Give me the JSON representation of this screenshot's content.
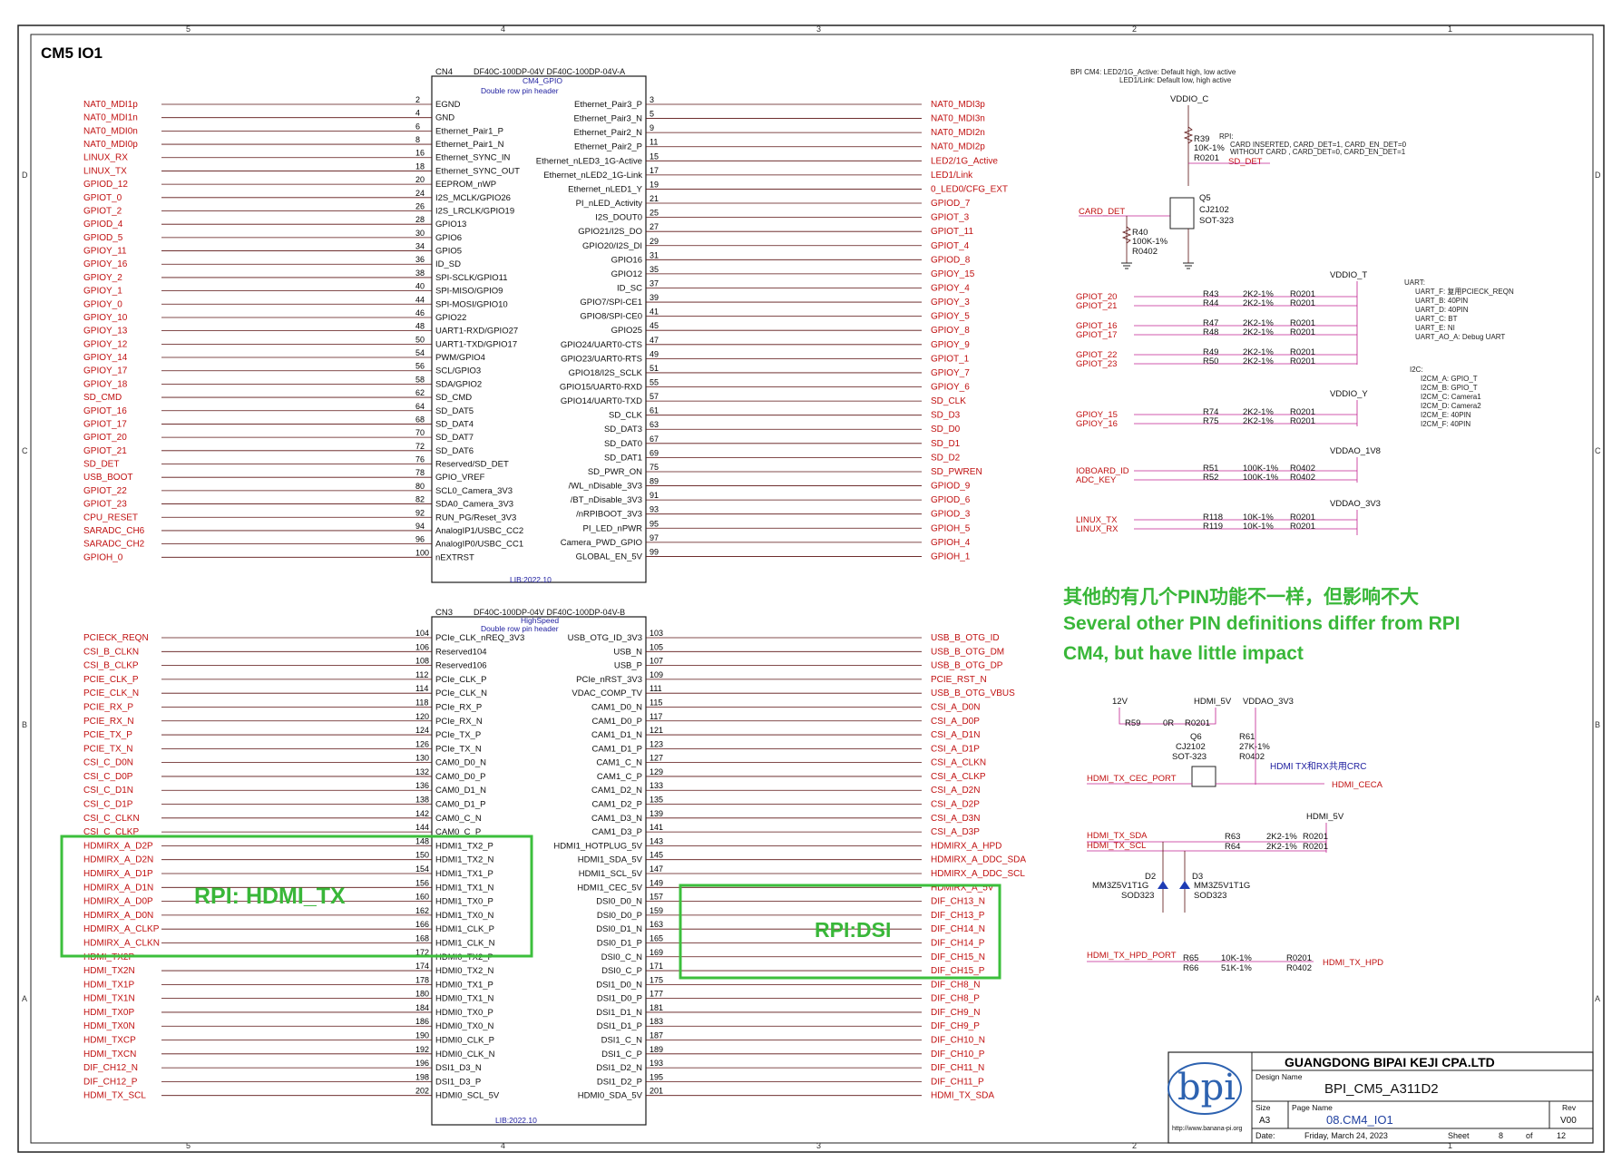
{
  "sheet_title": "CM5 IO1",
  "grid": {
    "cols": [
      "5",
      "4",
      "3",
      "2",
      "1"
    ],
    "rows": [
      "D",
      "C",
      "B",
      "A"
    ]
  },
  "cn4": {
    "ref": "CN4",
    "part": "DF40C-100DP-04V  DF40C-100DP-04V-A",
    "sub": "CM4_GPIO",
    "desc": "Double row pin header",
    "lib": "LIB:2022.10",
    "left_sigs": [
      {
        "sig": "NAT0_MDI1p",
        "pin": "2",
        "fn": "EGND"
      },
      {
        "sig": "NAT0_MDI1n",
        "pin": "4",
        "fn": "GND"
      },
      {
        "sig": "NAT0_MDI0n",
        "pin": "6",
        "fn": "Ethernet_Pair1_P"
      },
      {
        "sig": "NAT0_MDI0p",
        "pin": "8",
        "fn": "Ethernet_Pair1_N"
      },
      {
        "sig": "LINUX_RX",
        "pin": "16",
        "fn": "Ethernet_SYNC_IN"
      },
      {
        "sig": "LINUX_TX",
        "pin": "18",
        "fn": "Ethernet_SYNC_OUT"
      },
      {
        "sig": "GPIOD_12",
        "pin": "20",
        "fn": "EEPROM_nWP"
      },
      {
        "sig": "GPIOT_0",
        "pin": "24",
        "fn": "I2S_MCLK/GPIO26"
      },
      {
        "sig": "GPIOT_2",
        "pin": "26",
        "fn": "I2S_LRCLK/GPIO19"
      },
      {
        "sig": "GPIOD_4",
        "pin": "28",
        "fn": "GPIO13"
      },
      {
        "sig": "GPIOD_5",
        "pin": "30",
        "fn": "GPIO6"
      },
      {
        "sig": "GPIOY_11",
        "pin": "34",
        "fn": "GPIO5"
      },
      {
        "sig": "GPIOY_16",
        "pin": "36",
        "fn": "ID_SD"
      },
      {
        "sig": "GPIOY_2",
        "pin": "38",
        "fn": "SPI-SCLK/GPIO11"
      },
      {
        "sig": "GPIOY_1",
        "pin": "40",
        "fn": "SPI-MISO/GPIO9"
      },
      {
        "sig": "GPIOY_0",
        "pin": "44",
        "fn": "SPI-MOSI/GPIO10"
      },
      {
        "sig": "GPIOY_10",
        "pin": "46",
        "fn": "GPIO22"
      },
      {
        "sig": "GPIOY_13",
        "pin": "48",
        "fn": "UART1-RXD/GPIO27"
      },
      {
        "sig": "GPIOY_12",
        "pin": "50",
        "fn": "UART1-TXD/GPIO17"
      },
      {
        "sig": "GPIOY_14",
        "pin": "54",
        "fn": "PWM/GPIO4"
      },
      {
        "sig": "GPIOY_17",
        "pin": "56",
        "fn": "SCL/GPIO3"
      },
      {
        "sig": "GPIOY_18",
        "pin": "58",
        "fn": "SDA/GPIO2"
      },
      {
        "sig": "SD_CMD",
        "pin": "62",
        "fn": "SD_CMD"
      },
      {
        "sig": "GPIOT_16",
        "pin": "64",
        "fn": "SD_DAT5"
      },
      {
        "sig": "GPIOT_17",
        "pin": "68",
        "fn": "SD_DAT4"
      },
      {
        "sig": "GPIOT_20",
        "pin": "70",
        "fn": "SD_DAT7"
      },
      {
        "sig": "GPIOT_21",
        "pin": "72",
        "fn": "SD_DAT6"
      },
      {
        "sig": "SD_DET",
        "pin": "76",
        "fn": "Reserved/SD_DET"
      },
      {
        "sig": "USB_BOOT",
        "pin": "78",
        "fn": "GPIO_VREF"
      },
      {
        "sig": "GPIOT_22",
        "pin": "80",
        "fn": "SCL0_Camera_3V3"
      },
      {
        "sig": "GPIOT_23",
        "pin": "82",
        "fn": "SDA0_Camera_3V3"
      },
      {
        "sig": "CPU_RESET",
        "pin": "92",
        "fn": "RUN_PG/Reset_3V3"
      },
      {
        "sig": "SARADC_CH6",
        "pin": "94",
        "fn": "AnalogIP1/USBC_CC2"
      },
      {
        "sig": "SARADC_CH2",
        "pin": "96",
        "fn": "AnalogIP0/USBC_CC1"
      },
      {
        "sig": "GPIOH_0",
        "pin": "100",
        "fn": "nEXTRST"
      }
    ],
    "right_sigs": [
      {
        "sig": "NAT0_MDI3p",
        "pin": "3",
        "fn": "Ethernet_Pair3_P"
      },
      {
        "sig": "NAT0_MDI3n",
        "pin": "5",
        "fn": "Ethernet_Pair3_N"
      },
      {
        "sig": "NAT0_MDI2n",
        "pin": "9",
        "fn": "Ethernet_Pair2_N"
      },
      {
        "sig": "NAT0_MDI2p",
        "pin": "11",
        "fn": "Ethernet_Pair2_P"
      },
      {
        "sig": "LED2/1G_Active",
        "pin": "15",
        "fn": "Ethernet_nLED3_1G-Active"
      },
      {
        "sig": "LED1/Link",
        "pin": "17",
        "fn": "Ethernet_nLED2_1G-Link"
      },
      {
        "sig": "0_LED0/CFG_EXT",
        "pin": "19",
        "fn": "Ethernet_nLED1_Y"
      },
      {
        "sig": "GPIOD_7",
        "pin": "21",
        "fn": "PI_nLED_Activity"
      },
      {
        "sig": "GPIOT_3",
        "pin": "25",
        "fn": "I2S_DOUT0"
      },
      {
        "sig": "GPIOT_11",
        "pin": "27",
        "fn": "GPIO21/I2S_DO"
      },
      {
        "sig": "GPIOT_4",
        "pin": "29",
        "fn": "GPIO20/I2S_DI"
      },
      {
        "sig": "GPIOD_8",
        "pin": "31",
        "fn": "GPIO16"
      },
      {
        "sig": "GPIOY_15",
        "pin": "35",
        "fn": "GPIO12"
      },
      {
        "sig": "GPIOY_4",
        "pin": "37",
        "fn": "ID_SC"
      },
      {
        "sig": "GPIOY_3",
        "pin": "39",
        "fn": "GPIO7/SPI-CE1"
      },
      {
        "sig": "GPIOY_5",
        "pin": "41",
        "fn": "GPIO8/SPI-CE0"
      },
      {
        "sig": "GPIOY_8",
        "pin": "45",
        "fn": "GPIO25"
      },
      {
        "sig": "GPIOY_9",
        "pin": "47",
        "fn": "GPIO24/UART0-CTS"
      },
      {
        "sig": "GPIOT_1",
        "pin": "49",
        "fn": "GPIO23/UART0-RTS"
      },
      {
        "sig": "GPIOY_7",
        "pin": "51",
        "fn": "GPIO18/I2S_SCLK"
      },
      {
        "sig": "GPIOY_6",
        "pin": "55",
        "fn": "GPIO15/UART0-RXD"
      },
      {
        "sig": "SD_CLK",
        "pin": "57",
        "fn": "GPIO14/UART0-TXD"
      },
      {
        "sig": "SD_D3",
        "pin": "61",
        "fn": "SD_CLK"
      },
      {
        "sig": "SD_D0",
        "pin": "63",
        "fn": "SD_DAT3"
      },
      {
        "sig": "SD_D1",
        "pin": "67",
        "fn": "SD_DAT0"
      },
      {
        "sig": "SD_D2",
        "pin": "69",
        "fn": "SD_DAT1"
      },
      {
        "sig": "SD_PWREN",
        "pin": "75",
        "fn": "SD_PWR_ON"
      },
      {
        "sig": "GPIOD_9",
        "pin": "89",
        "fn": "/WL_nDisable_3V3"
      },
      {
        "sig": "GPIOD_6",
        "pin": "91",
        "fn": "/BT_nDisable_3V3"
      },
      {
        "sig": "GPIOD_3",
        "pin": "93",
        "fn": "/nRPIBOOT_3V3"
      },
      {
        "sig": "GPIOH_5",
        "pin": "95",
        "fn": "PI_LED_nPWR"
      },
      {
        "sig": "GPIOH_4",
        "pin": "97",
        "fn": "Camera_PWD_GPIO"
      },
      {
        "sig": "GPIOH_1",
        "pin": "99",
        "fn": "GLOBAL_EN_5V"
      }
    ]
  },
  "cn3": {
    "ref": "CN3",
    "part": "DF40C-100DP-04V  DF40C-100DP-04V-B",
    "sub": "HighSpeed",
    "desc": "Double row pin header",
    "lib": "LIB:2022.10",
    "left_sigs": [
      {
        "sig": "PCIECK_REQN",
        "pin": "104",
        "fn": "PCIe_CLK_nREQ_3V3"
      },
      {
        "sig": "CSI_B_CLKN",
        "pin": "106",
        "fn": "Reserved104"
      },
      {
        "sig": "CSI_B_CLKP",
        "pin": "108",
        "fn": "Reserved106"
      },
      {
        "sig": "PCIE_CLK_P",
        "pin": "112",
        "fn": "PCIe_CLK_P"
      },
      {
        "sig": "PCIE_CLK_N",
        "pin": "114",
        "fn": "PCIe_CLK_N"
      },
      {
        "sig": "PCIE_RX_P",
        "pin": "118",
        "fn": "PCIe_RX_P"
      },
      {
        "sig": "PCIE_RX_N",
        "pin": "120",
        "fn": "PCIe_RX_N"
      },
      {
        "sig": "PCIE_TX_P",
        "pin": "124",
        "fn": "PCIe_TX_P"
      },
      {
        "sig": "PCIE_TX_N",
        "pin": "126",
        "fn": "PCIe_TX_N"
      },
      {
        "sig": "CSI_C_D0N",
        "pin": "130",
        "fn": "CAM0_D0_N"
      },
      {
        "sig": "CSI_C_D0P",
        "pin": "132",
        "fn": "CAM0_D0_P"
      },
      {
        "sig": "CSI_C_D1N",
        "pin": "136",
        "fn": "CAM0_D1_N"
      },
      {
        "sig": "CSI_C_D1P",
        "pin": "138",
        "fn": "CAM0_D1_P"
      },
      {
        "sig": "CSI_C_CLKN",
        "pin": "142",
        "fn": "CAM0_C_N"
      },
      {
        "sig": "CSI_C_CLKP",
        "pin": "144",
        "fn": "CAM0_C_P"
      },
      {
        "sig": "HDMIRX_A_D2P",
        "pin": "148",
        "fn": "HDMI1_TX2_P"
      },
      {
        "sig": "HDMIRX_A_D2N",
        "pin": "150",
        "fn": "HDMI1_TX2_N"
      },
      {
        "sig": "HDMIRX_A_D1P",
        "pin": "154",
        "fn": "HDMI1_TX1_P"
      },
      {
        "sig": "HDMIRX_A_D1N",
        "pin": "156",
        "fn": "HDMI1_TX1_N"
      },
      {
        "sig": "HDMIRX_A_D0P",
        "pin": "160",
        "fn": "HDMI1_TX0_P"
      },
      {
        "sig": "HDMIRX_A_D0N",
        "pin": "162",
        "fn": "HDMI1_TX0_N"
      },
      {
        "sig": "HDMIRX_A_CLKP",
        "pin": "166",
        "fn": "HDMI1_CLK_P"
      },
      {
        "sig": "HDMIRX_A_CLKN",
        "pin": "168",
        "fn": "HDMI1_CLK_N"
      },
      {
        "sig": "HDMI_TX2P",
        "pin": "172",
        "fn": "HDMI0_TX2_P"
      },
      {
        "sig": "HDMI_TX2N",
        "pin": "174",
        "fn": "HDMI0_TX2_N"
      },
      {
        "sig": "HDMI_TX1P",
        "pin": "178",
        "fn": "HDMI0_TX1_P"
      },
      {
        "sig": "HDMI_TX1N",
        "pin": "180",
        "fn": "HDMI0_TX1_N"
      },
      {
        "sig": "HDMI_TX0P",
        "pin": "184",
        "fn": "HDMI0_TX0_P"
      },
      {
        "sig": "HDMI_TX0N",
        "pin": "186",
        "fn": "HDMI0_TX0_N"
      },
      {
        "sig": "HDMI_TXCP",
        "pin": "190",
        "fn": "HDMI0_CLK_P"
      },
      {
        "sig": "HDMI_TXCN",
        "pin": "192",
        "fn": "HDMI0_CLK_N"
      },
      {
        "sig": "DIF_CH12_N",
        "pin": "196",
        "fn": "DSI1_D3_N"
      },
      {
        "sig": "DIF_CH12_P",
        "pin": "198",
        "fn": "DSI1_D3_P"
      },
      {
        "sig": "HDMI_TX_SCL",
        "pin": "202",
        "fn": "HDMI0_SCL_5V"
      }
    ],
    "right_sigs": [
      {
        "sig": "USB_B_OTG_ID",
        "pin": "103",
        "fn": "USB_OTG_ID_3V3"
      },
      {
        "sig": "USB_B_OTG_DM",
        "pin": "105",
        "fn": "USB_N"
      },
      {
        "sig": "USB_B_OTG_DP",
        "pin": "107",
        "fn": "USB_P"
      },
      {
        "sig": "PCIE_RST_N",
        "pin": "109",
        "fn": "PCIe_nRST_3V3"
      },
      {
        "sig": "USB_B_OTG_VBUS",
        "pin": "111",
        "fn": "VDAC_COMP_TV"
      },
      {
        "sig": "CSI_A_D0N",
        "pin": "115",
        "fn": "CAM1_D0_N"
      },
      {
        "sig": "CSI_A_D0P",
        "pin": "117",
        "fn": "CAM1_D0_P"
      },
      {
        "sig": "CSI_A_D1N",
        "pin": "121",
        "fn": "CAM1_D1_N"
      },
      {
        "sig": "CSI_A_D1P",
        "pin": "123",
        "fn": "CAM1_D1_P"
      },
      {
        "sig": "CSI_A_CLKN",
        "pin": "127",
        "fn": "CAM1_C_N"
      },
      {
        "sig": "CSI_A_CLKP",
        "pin": "129",
        "fn": "CAM1_C_P"
      },
      {
        "sig": "CSI_A_D2N",
        "pin": "133",
        "fn": "CAM1_D2_N"
      },
      {
        "sig": "CSI_A_D2P",
        "pin": "135",
        "fn": "CAM1_D2_P"
      },
      {
        "sig": "CSI_A_D3N",
        "pin": "139",
        "fn": "CAM1_D3_N"
      },
      {
        "sig": "CSI_A_D3P",
        "pin": "141",
        "fn": "CAM1_D3_P"
      },
      {
        "sig": "HDMIRX_A_HPD",
        "pin": "143",
        "fn": "HDMI1_HOTPLUG_5V"
      },
      {
        "sig": "HDMIRX_A_DDC_SDA",
        "pin": "145",
        "fn": "HDMI1_SDA_5V"
      },
      {
        "sig": "HDMIRX_A_DDC_SCL",
        "pin": "147",
        "fn": "HDMI1_SCL_5V"
      },
      {
        "sig": "HDMIRX_A_5V",
        "pin": "149",
        "fn": "HDMI1_CEC_5V"
      },
      {
        "sig": "DIF_CH13_N",
        "pin": "157",
        "fn": "DSI0_D0_N"
      },
      {
        "sig": "DIF_CH13_P",
        "pin": "159",
        "fn": "DSI0_D0_P"
      },
      {
        "sig": "DIF_CH14_N",
        "pin": "163",
        "fn": "DSI0_D1_N"
      },
      {
        "sig": "DIF_CH14_P",
        "pin": "165",
        "fn": "DSI0_D1_P"
      },
      {
        "sig": "DIF_CH15_N",
        "pin": "169",
        "fn": "DSI0_C_N"
      },
      {
        "sig": "DIF_CH15_P",
        "pin": "171",
        "fn": "DSI0_C_P"
      },
      {
        "sig": "DIF_CH8_N",
        "pin": "175",
        "fn": "DSI1_D0_N"
      },
      {
        "sig": "DIF_CH8_P",
        "pin": "177",
        "fn": "DSI1_D0_P"
      },
      {
        "sig": "DIF_CH9_N",
        "pin": "181",
        "fn": "DSI1_D1_N"
      },
      {
        "sig": "DIF_CH9_P",
        "pin": "183",
        "fn": "DSI1_D1_P"
      },
      {
        "sig": "DIF_CH10_N",
        "pin": "187",
        "fn": "DSI1_C_N"
      },
      {
        "sig": "DIF_CH10_P",
        "pin": "189",
        "fn": "DSI1_C_P"
      },
      {
        "sig": "DIF_CH11_N",
        "pin": "193",
        "fn": "DSI1_D2_N"
      },
      {
        "sig": "DIF_CH11_P",
        "pin": "195",
        "fn": "DSI1_D2_P"
      },
      {
        "sig": "HDMI_TX_SDA",
        "pin": "201",
        "fn": "HDMI0_SDA_5V"
      }
    ]
  },
  "highlights": {
    "hdmi": "RPI:  HDMI_TX",
    "dsi": "RPI:DSI",
    "note_cn": "其他的有几个PIN功能不一样，但影响不大",
    "note_en1": "Several other PIN definitions differ from RPI",
    "note_en2": "CM4, but have little impact"
  },
  "right_panel": {
    "led_note1": "BPI CM4: LED2/1G_Active: Default high, low active",
    "led_note2": "LED1/Link:       Default low, high active",
    "vddio_c": "VDDIO_C",
    "r39": "R39",
    "r39_val": "10K-1%",
    "r39_pkg": "R0201",
    "sd_det": "SD_DET",
    "card_det": "CARD_DET",
    "q5": "Q5",
    "q5_part": "CJ2102",
    "q5_pkg": "SOT-323",
    "r40": "R40",
    "r40_val": "100K-1%",
    "r40_pkg": "R0402",
    "card_note1": "RPI:",
    "card_note2": "CARD INSERTED, CARD_DET=1, CARD_EN_DET=0",
    "card_note3": "WITHOUT CARD , CARD_DET=0, CARD_EN_DET=1",
    "vddio_t": "VDDIO_T",
    "vddio_y": "VDDIO_Y",
    "vddao_1v8": "VDDAO_1V8",
    "vddao_3v3": "VDDAO_3V3",
    "pullups": [
      {
        "net": "GPIOT_20",
        "ref": "R43",
        "val": "2K2-1%",
        "pkg": "R0201"
      },
      {
        "net": "GPIOT_21",
        "ref": "R44",
        "val": "2K2-1%",
        "pkg": "R0201"
      },
      {
        "net": "GPIOT_16",
        "ref": "R47",
        "val": "2K2-1%",
        "pkg": "R0201"
      },
      {
        "net": "GPIOT_17",
        "ref": "R48",
        "val": "2K2-1%",
        "pkg": "R0201"
      },
      {
        "net": "GPIOT_22",
        "ref": "R49",
        "val": "2K2-1%",
        "pkg": "R0201"
      },
      {
        "net": "GPIOT_23",
        "ref": "R50",
        "val": "2K2-1%",
        "pkg": "R0201"
      },
      {
        "net": "GPIOY_15",
        "ref": "R74",
        "val": "2K2-1%",
        "pkg": "R0201"
      },
      {
        "net": "GPIOY_16",
        "ref": "R75",
        "val": "2K2-1%",
        "pkg": "R0201"
      },
      {
        "net": "IOBOARD_ID",
        "ref": "R51",
        "val": "100K-1%",
        "pkg": "R0402"
      },
      {
        "net": "ADC_KEY",
        "ref": "R52",
        "val": "100K-1%",
        "pkg": "R0402"
      },
      {
        "net": "LINUX_TX",
        "ref": "R118",
        "val": "10K-1%",
        "pkg": "R0201"
      },
      {
        "net": "LINUX_RX",
        "ref": "R119",
        "val": "10K-1%",
        "pkg": "R0201"
      }
    ],
    "uart_lines": [
      "UART:",
      "UART_F: 复用PCIECK_REQN",
      "UART_B: 40PIN",
      "UART_D: 40PIN",
      "UART_C: BT",
      "UART_E: NI",
      "UART_AO_A: Debug UART"
    ],
    "i2c_lines": [
      "I2C:",
      "I2CM_A: GPIO_T",
      "I2CM_B: GPIO_T",
      "I2CM_C: Camera1",
      "I2CM_D: Camera2",
      "I2CM_E: 40PIN",
      "I2CM_F: 40PIN"
    ],
    "cec": {
      "v12": "12V",
      "hdmi5v": "HDMI_5V",
      "vddao": "VDDAO_3V3",
      "r59": "R59",
      "r59_val": "0R",
      "r59_pkg": "R0201",
      "q6": "Q6",
      "q6_part": "CJ2102",
      "q6_pkg": "SOT-323",
      "r61": "R61",
      "r61_val": "27K-1%",
      "r61_pkg": "R0402",
      "note": "HDMI TX和RX共用CRC",
      "port": "HDMI_TX_CEC_PORT",
      "ceca": "HDMI_CECA"
    },
    "ddc": {
      "hdmi5v": "HDMI_5V",
      "sda": "HDMI_TX_SDA",
      "scl": "HDMI_TX_SCL",
      "r63": "R63",
      "r64": "R64",
      "val": "2K2-1%",
      "pkg": "R0201",
      "d2": "D2",
      "d3": "D3",
      "d_part": "MM3Z5V1T1G",
      "d_pkg": "SOD323"
    },
    "hpd": {
      "port": "HDMI_TX_HPD_PORT",
      "out": "HDMI_TX_HPD",
      "r65": "R65",
      "r65_val": "10K-1%",
      "r65_pkg": "R0201",
      "r66": "R66",
      "r66_val": "51K-1%",
      "r66_pkg": "R0402"
    }
  },
  "title_block": {
    "company": "GUANGDONG BIPAI KEJI CPA.LTD",
    "design_label": "Design Name",
    "design": "BPI_CM5_A311D2",
    "size_label": "Size",
    "size": "A3",
    "page_label": "Page Name",
    "page": "08.CM4_IO1",
    "rev_label": "Rev",
    "rev": "V00",
    "date_label": "Date:",
    "date": "Friday, March 24, 2023",
    "sheet_label": "Sheet",
    "sheet": "8",
    "of_label": "of",
    "of": "12",
    "logo": "bpi",
    "url": "http://www.banana-pi.org"
  }
}
